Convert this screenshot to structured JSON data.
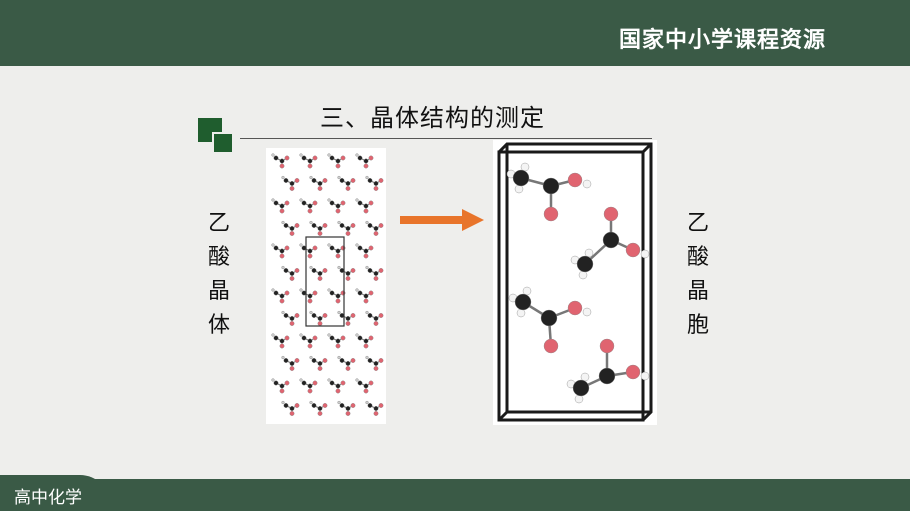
{
  "header": {
    "brand": "国家中小学课程资源"
  },
  "slide": {
    "title": "三、晶体结构的测定",
    "left_label": "乙酸晶体",
    "right_label": "乙酸晶胞"
  },
  "footer": {
    "subject": "高中化学"
  },
  "colors": {
    "bar": "#3a5a46",
    "accent": "#1f5d2e",
    "arrow": "#e8742a",
    "oxygen": "#e06470",
    "carbon": "#222222",
    "hydrogen": "#f4f4f4"
  }
}
